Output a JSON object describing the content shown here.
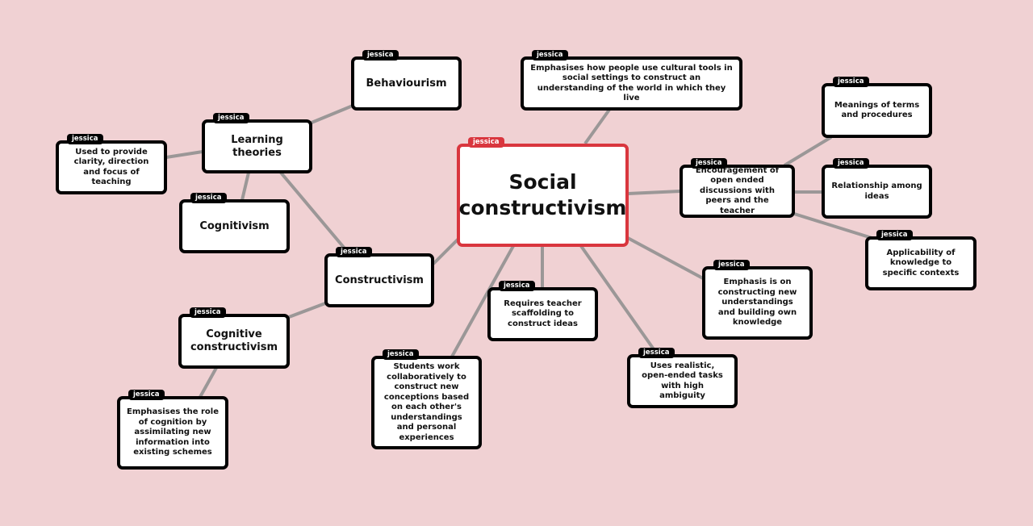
{
  "author_tag": "jessica",
  "colors": {
    "background": "#f0d1d3",
    "center_border": "#d9363e",
    "node_border": "#000000",
    "link": "#9b9797"
  },
  "nodes": {
    "center": "Social constructivism",
    "behaviourism": "Behaviourism",
    "cultural": "Emphasises how people use cultural tools in social settings to construct an understanding of the world in which they live",
    "meanings": "Meanings of terms and procedures",
    "learning_theories": "Learning theories",
    "used_to_provide": "Used to provide clarity, direction and focus of teaching",
    "encouragement": "Encouragement of open ended discussions with peers and the teacher",
    "relationship": "Relationship among ideas",
    "cognitivism": "Cognitivism",
    "applicability": "Applicability of knowledge to specific contexts",
    "constructivism": "Constructivism",
    "emphasis": "Emphasis is on constructing new understandings and building own knowledge",
    "requires": "Requires teacher scaffolding to construct ideas",
    "cognitive_constructivism": "Cognitive constructivism",
    "uses_realistic": "Uses realistic, open-ended tasks with high ambiguity",
    "students": "Students work collaboratively to construct new conceptions based on each other's understandings and personal experiences",
    "role_of_cognition": "Emphasises the role of cognition by assimilating new information into existing schemes"
  }
}
